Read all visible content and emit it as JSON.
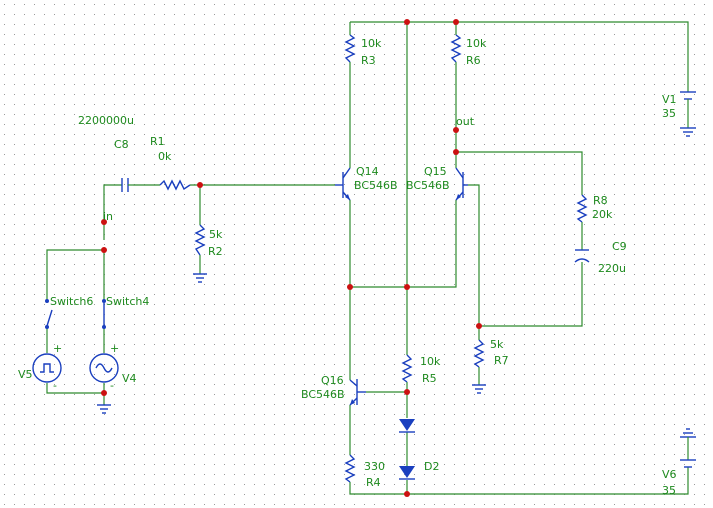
{
  "colors": {
    "wire": "#2e8b2e",
    "component": "#1a3fbf",
    "node": "#cc1111",
    "label": "#1e8a1e",
    "grid": "#9a9a9a"
  },
  "labels": {
    "c8_value": "2200000u",
    "c8_name": "C8",
    "r1_name": "R1",
    "r1_value": "0k",
    "in_net": "in",
    "r2_value": "5k",
    "r2_name": "R2",
    "sw6": "Switch6",
    "sw4": "Switch4",
    "v5": "V5",
    "v4": "V4",
    "r3_value": "10k",
    "r3_name": "R3",
    "r6_value": "10k",
    "r6_name": "R6",
    "out_net": "out",
    "q14_name": "Q14",
    "q14_type": "BC546B",
    "q15_name": "Q15",
    "q15_type": "BC546B",
    "r8_name": "R8",
    "r8_value": "20k",
    "c9_name": "C9",
    "c9_value": "220u",
    "r7_value": "5k",
    "r7_name": "R7",
    "r5_value": "10k",
    "r5_name": "R5",
    "q16_name": "Q16",
    "q16_type": "BC546B",
    "d2_name": "D2",
    "r4_value": "330",
    "r4_name": "R4",
    "v1_name": "V1",
    "v1_value": "35",
    "v6_name": "V6",
    "v6_value": "35"
  }
}
